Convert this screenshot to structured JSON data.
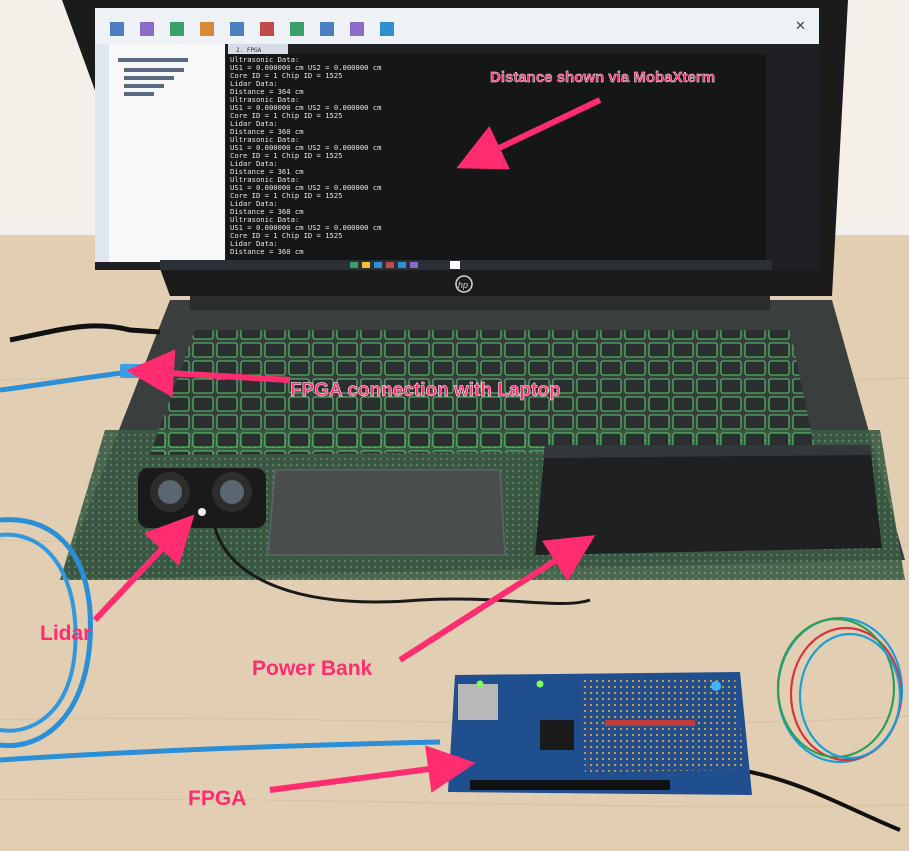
{
  "annotations": {
    "distance": "Distance shown via  MobaXterm",
    "fpga_connection": "FPGA connection with Laptop",
    "lidar": "Lidar",
    "power_bank": "Power Bank",
    "fpga": "FPGA"
  },
  "terminal": {
    "tab_label": "2. FPGA",
    "lines": [
      "Ultrasonic Data:",
      "US1 = 0.000000 cm          US2 = 0.000000 cm",
      "Core ID = 1        Chip ID = 1525",
      "Lidar Data:",
      "Distance = 364 cm",
      "Ultrasonic Data:",
      "US1 = 0.000000 cm          US2 = 0.000000 cm",
      "Core ID = 1        Chip ID = 1525",
      "Lidar Data:",
      "Distance = 360 cm",
      "Ultrasonic Data:",
      "US1 = 0.000000 cm          US2 = 0.000000 cm",
      "Core ID = 1        Chip ID = 1525",
      "Lidar Data:",
      "Distance = 361 cm",
      "Ultrasonic Data:",
      "US1 = 0.000000 cm          US2 = 0.000000 cm",
      "Core ID = 1        Chip ID = 1525",
      "Lidar Data:",
      "Distance = 368 cm",
      "Ultrasonic Data:",
      "US1 = 0.000000 cm          US2 = 0.000000 cm",
      "Core ID = 1        Chip ID = 1525",
      "Lidar Data:",
      "Distance = 360 cm"
    ]
  },
  "laptop": {
    "brand_logo": "hp-logo"
  },
  "colors": {
    "annotation_text": "#ff2d6f",
    "annotation_arrow": "#ff2d6f",
    "keyboard_glow": "#6dff8a",
    "cable_blue": "#2a8fd6",
    "board_blue": "#1f4f8f",
    "table": "#e2cfb3"
  }
}
